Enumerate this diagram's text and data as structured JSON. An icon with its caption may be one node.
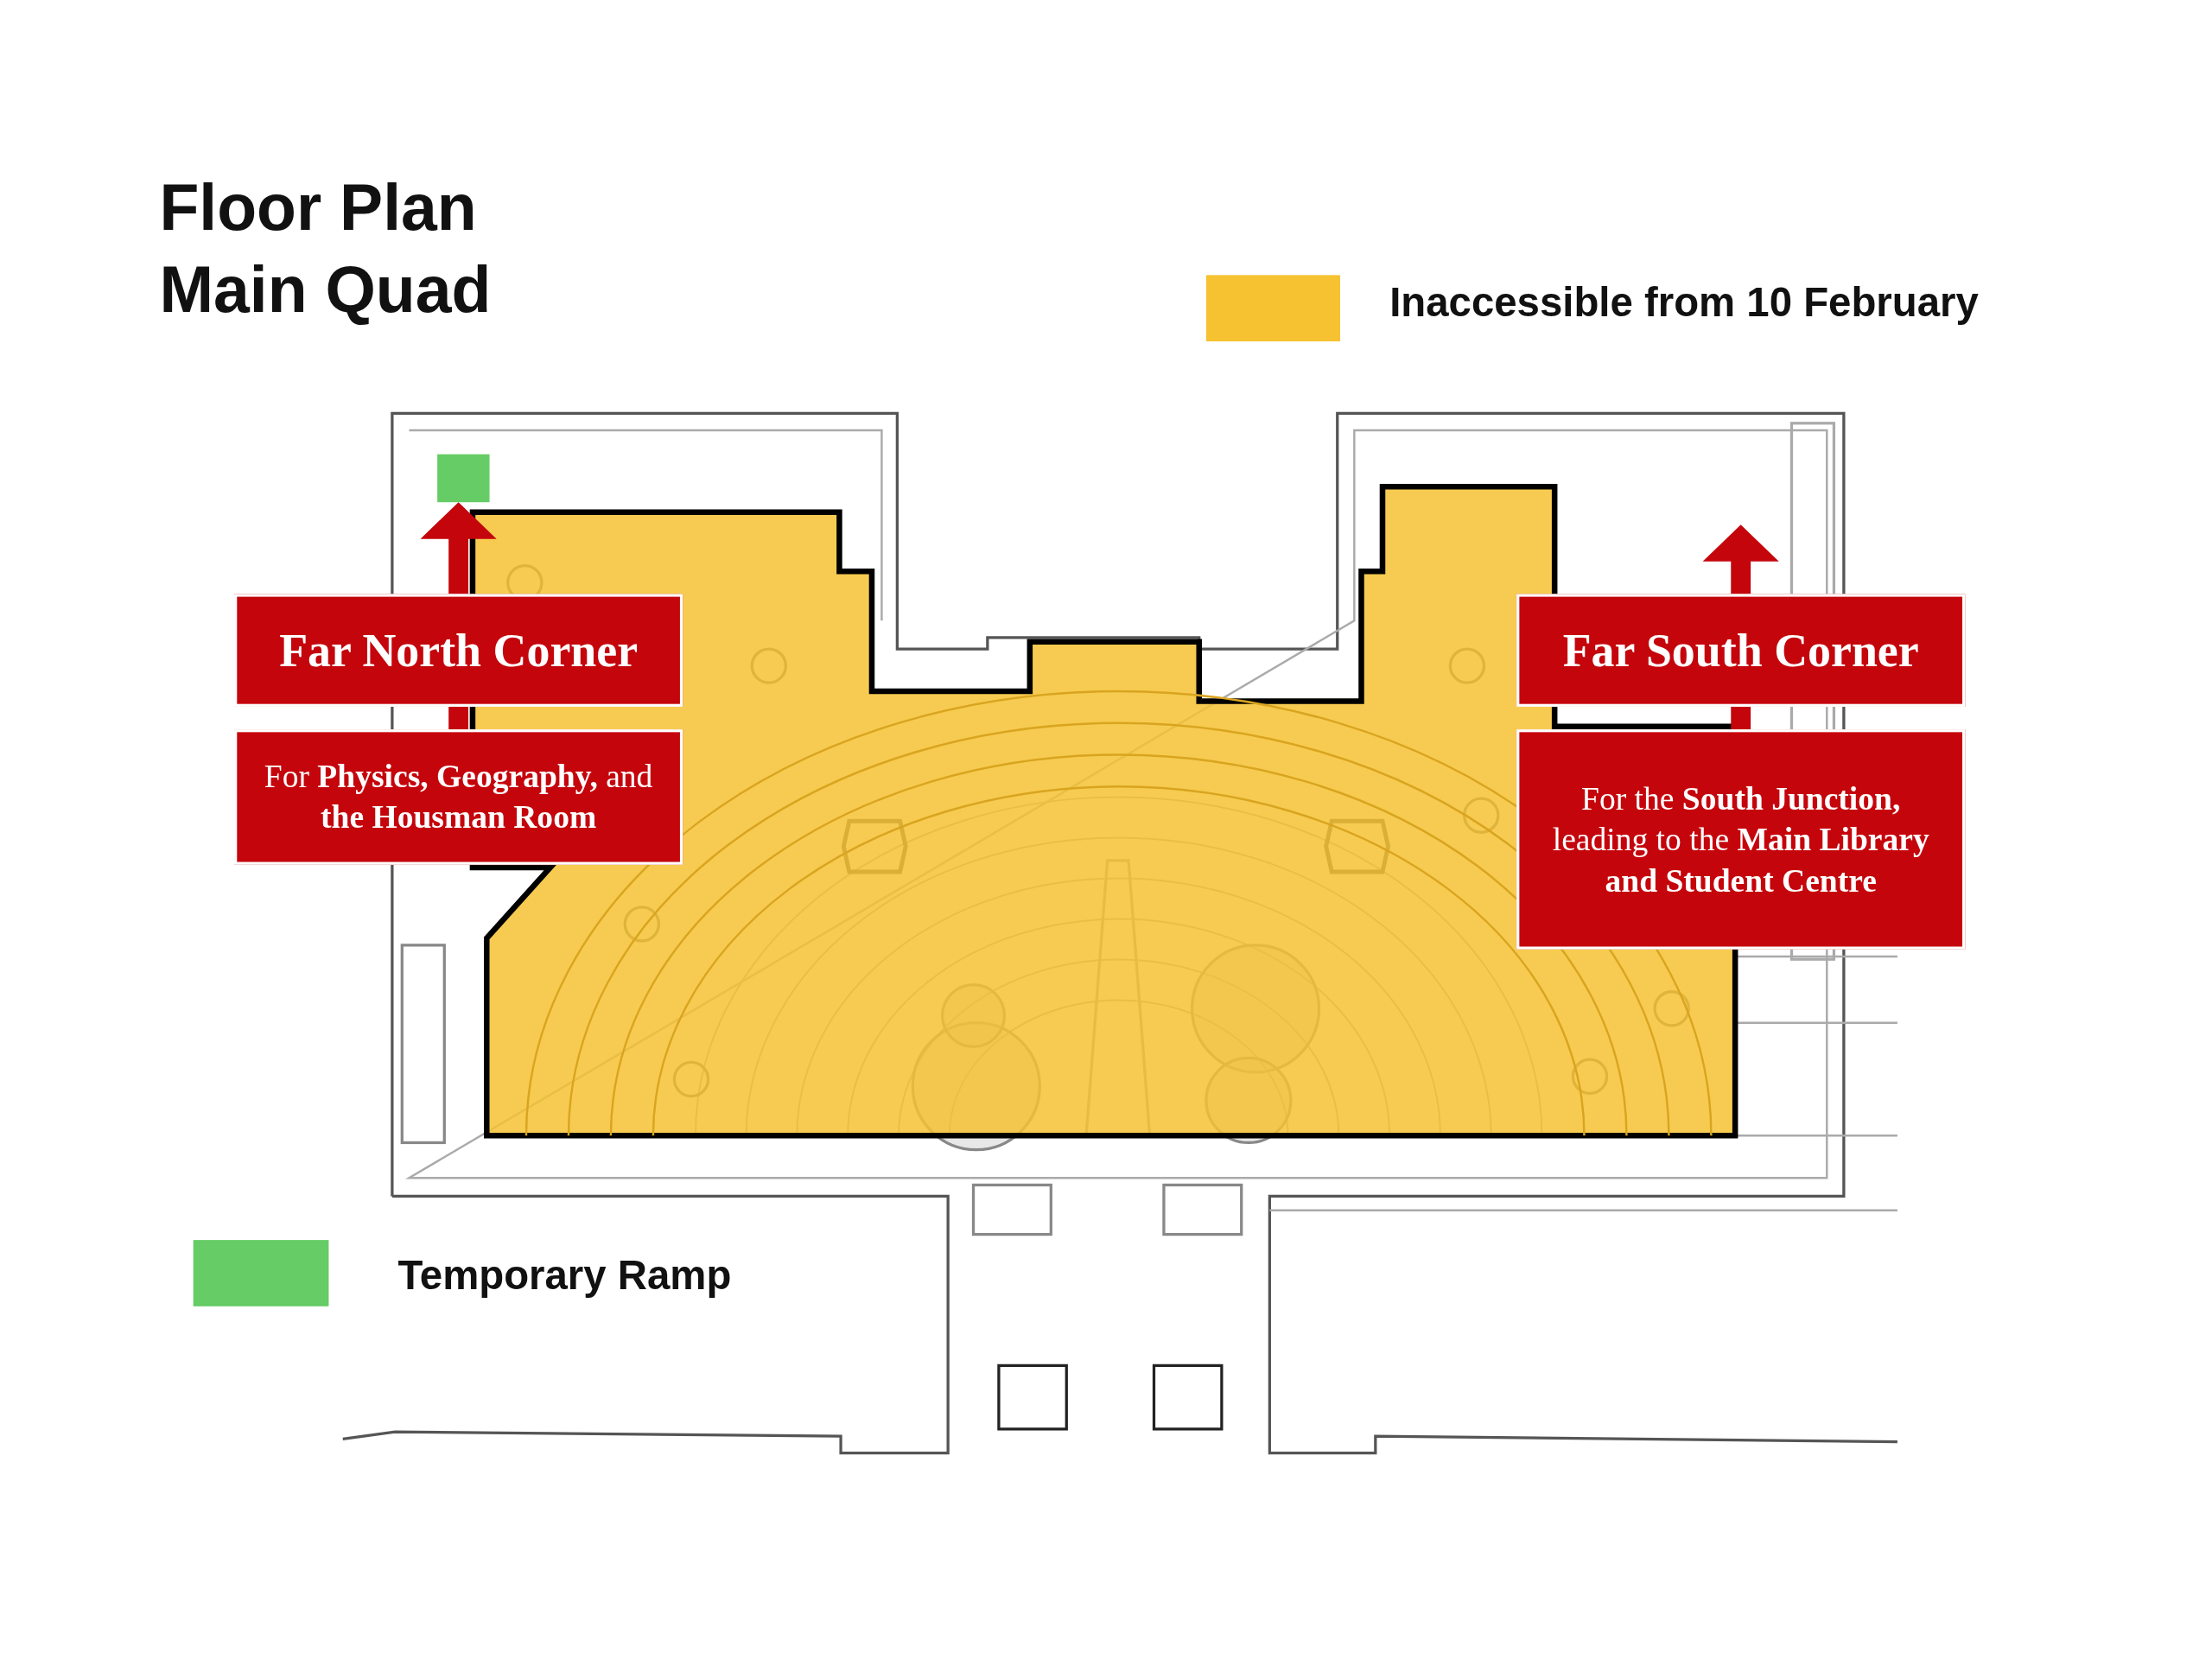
{
  "diagram": {
    "title": "Floor Plan Main Quad",
    "nodes": [
      {
        "text": [],
        "shape": "box"
      },
      {
        "text": [
          "Far North Corner"
        ]
      },
      {
        "text": [
          "For **Physics, Geography,** and **the Housman Room**"
        ]
      },
      {
        "text": [
          "Far South Corner"
        ]
      },
      {
        "text": [
          "For the **South Junction,** leading to the **Main Library and Student Centre**"
        ]
      }
    ],
    "edges": [
      {
        "from": 1,
        "to": 0,
        "arrow": "to"
      },
      {
        "from": 1,
        "to": 2,
        "arrow": "none"
      },
      {
        "from": 3,
        "to": null,
        "arrow": "to"
      },
      {
        "from": 3,
        "to": 4,
        "arrow": "none"
      }
    ],
    "legend": [
      {
        "text": "Inaccessible from 10 February",
        "color": "#f6c232"
      },
      {
        "text": "Temporary Ramp",
        "color": "#66cc66"
      }
    ]
  }
}
